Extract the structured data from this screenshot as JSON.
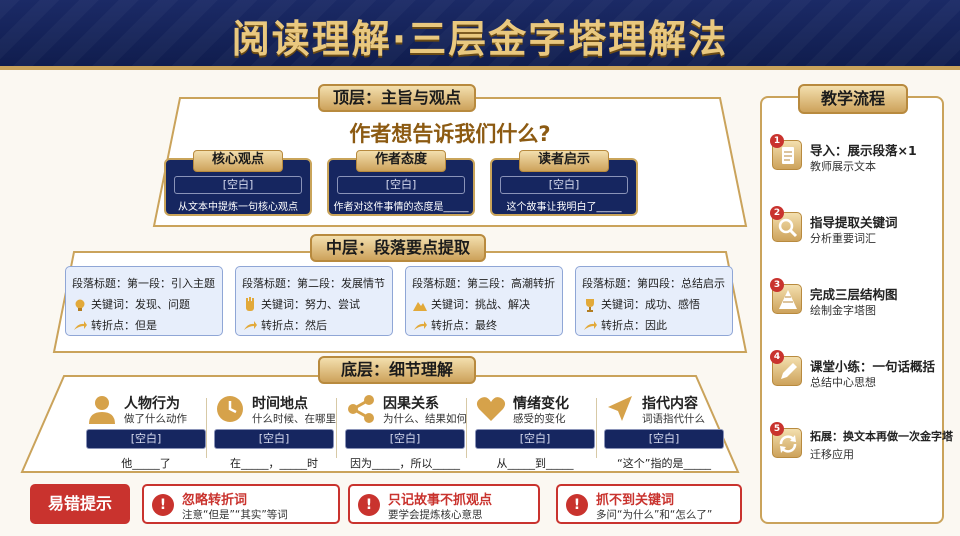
{
  "header": {
    "title": "阅读理解·三层金字塔理解法"
  },
  "top": {
    "label": "顶层：主旨与观点",
    "question": "作者想告诉我们什么?",
    "cards": [
      {
        "title": "核心观点",
        "blank": "[空白]",
        "hint": "从文本中提炼一句核心观点"
      },
      {
        "title": "作者态度",
        "blank": "[空白]",
        "hint": "作者对这件事情的态度是_____"
      },
      {
        "title": "读者启示",
        "blank": "[空白]",
        "hint": "这个故事让我明白了_____"
      }
    ]
  },
  "middle": {
    "label": "中层：段落要点提取",
    "paragraphs": [
      {
        "title": "段落标题：第一段：引入主题",
        "keywords": "关键词：发现、问题",
        "turn": "转折点：但是",
        "icon": "lightbulb-icon"
      },
      {
        "title": "段落标题：第二段：发展情节",
        "keywords": "关键词：努力、尝试",
        "turn": "转折点：然后",
        "icon": "hand-icon"
      },
      {
        "title": "段落标题：第三段：高潮转折",
        "keywords": "关键词：挑战、解决",
        "turn": "转折点：最终",
        "icon": "mountain-icon"
      },
      {
        "title": "段落标题：第四段：总结启示",
        "keywords": "关键词：成功、感悟",
        "turn": "转折点：因此",
        "icon": "trophy-icon"
      }
    ]
  },
  "bottom": {
    "label": "底层：细节理解",
    "details": [
      {
        "title": "人物行为",
        "sub": "做了什么动作",
        "blank": "[空白]",
        "fill": "他_____了",
        "icon": "person-icon"
      },
      {
        "title": "时间地点",
        "sub": "什么时候、在哪里",
        "blank": "[空白]",
        "fill": "在_____，_____时",
        "icon": "clock-icon"
      },
      {
        "title": "因果关系",
        "sub": "为什么、结果如何",
        "blank": "[空白]",
        "fill": "因为_____，所以_____",
        "icon": "share-icon"
      },
      {
        "title": "情绪变化",
        "sub": "感受的变化",
        "blank": "[空白]",
        "fill": "从_____到_____",
        "icon": "heart-icon"
      },
      {
        "title": "指代内容",
        "sub": "词语指代什么",
        "blank": "[空白]",
        "fill": "“这个”指的是_____",
        "icon": "pointer-icon"
      }
    ]
  },
  "mistakes": {
    "label": "易错提示",
    "items": [
      {
        "title": "忽略转折词",
        "desc": "注意“但是”“其实”等词"
      },
      {
        "title": "只记故事不抓观点",
        "desc": "要学会提炼核心意思"
      },
      {
        "title": "抓不到关键词",
        "desc": "多问“为什么”和“怎么了”"
      }
    ]
  },
  "flow": {
    "label": "教学流程",
    "steps": [
      {
        "num": "1",
        "title": "导入：展示段落×1",
        "desc": "教师展示文本",
        "icon": "document-icon"
      },
      {
        "num": "2",
        "title": "指导提取关键词",
        "desc": "分析重要词汇",
        "icon": "search-icon"
      },
      {
        "num": "3",
        "title": "完成三层结构图",
        "desc": "绘制金字塔图",
        "icon": "pyramid-icon"
      },
      {
        "num": "4",
        "title": "课堂小练：一句话概括",
        "desc": "总结中心思想",
        "icon": "pencil-icon"
      },
      {
        "num": "5",
        "title": "拓展：换文本再做一次金字塔",
        "desc": "迁移应用",
        "icon": "refresh-icon"
      }
    ]
  },
  "colors": {
    "navy": "#162660",
    "gold": "#caa35b",
    "red": "#c9332e",
    "paper": "#fbf8f2"
  }
}
